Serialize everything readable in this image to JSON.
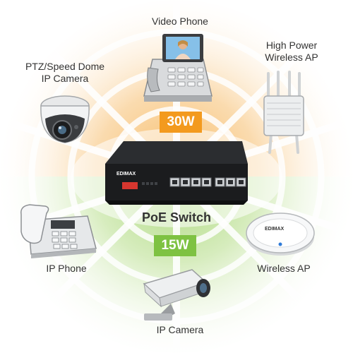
{
  "labels": {
    "video_phone": "Video Phone",
    "ptz_camera": "PTZ/Speed Dome\nIP Camera",
    "high_power_ap": "High Power\nWireless AP",
    "poe_switch": "PoE Switch",
    "ip_phone": "IP Phone",
    "wireless_ap": "Wireless AP",
    "ip_camera": "IP Camera"
  },
  "badges": {
    "high": "30W",
    "low": "15W"
  },
  "branding": {
    "switch_logo": "EDIMAX",
    "ap_logo": "EDIMAX"
  },
  "colors": {
    "orange": "#f39a1e",
    "green": "#7ec242",
    "orange_glow": "#f8c77a",
    "green_glow": "#b6dc8f"
  }
}
